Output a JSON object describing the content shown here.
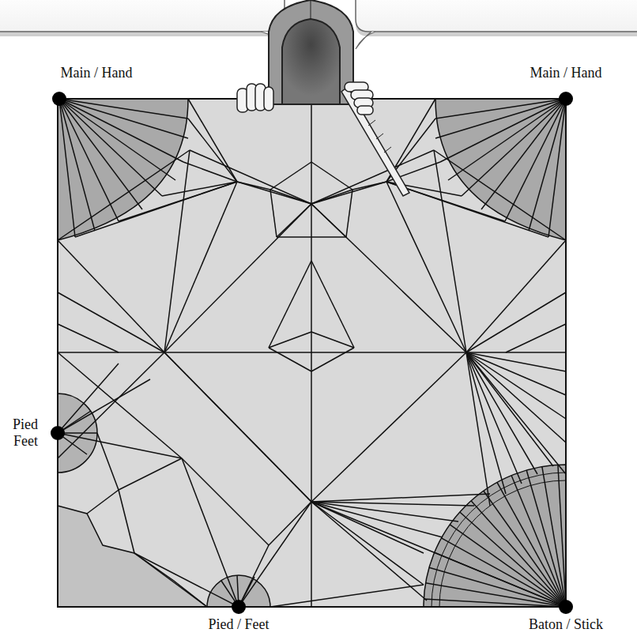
{
  "diagram": {
    "labels": [
      "Main / Hand",
      "Main / Hand",
      "Pied Feet",
      "Pied / Feet",
      "Baton / Stick"
    ]
  }
}
